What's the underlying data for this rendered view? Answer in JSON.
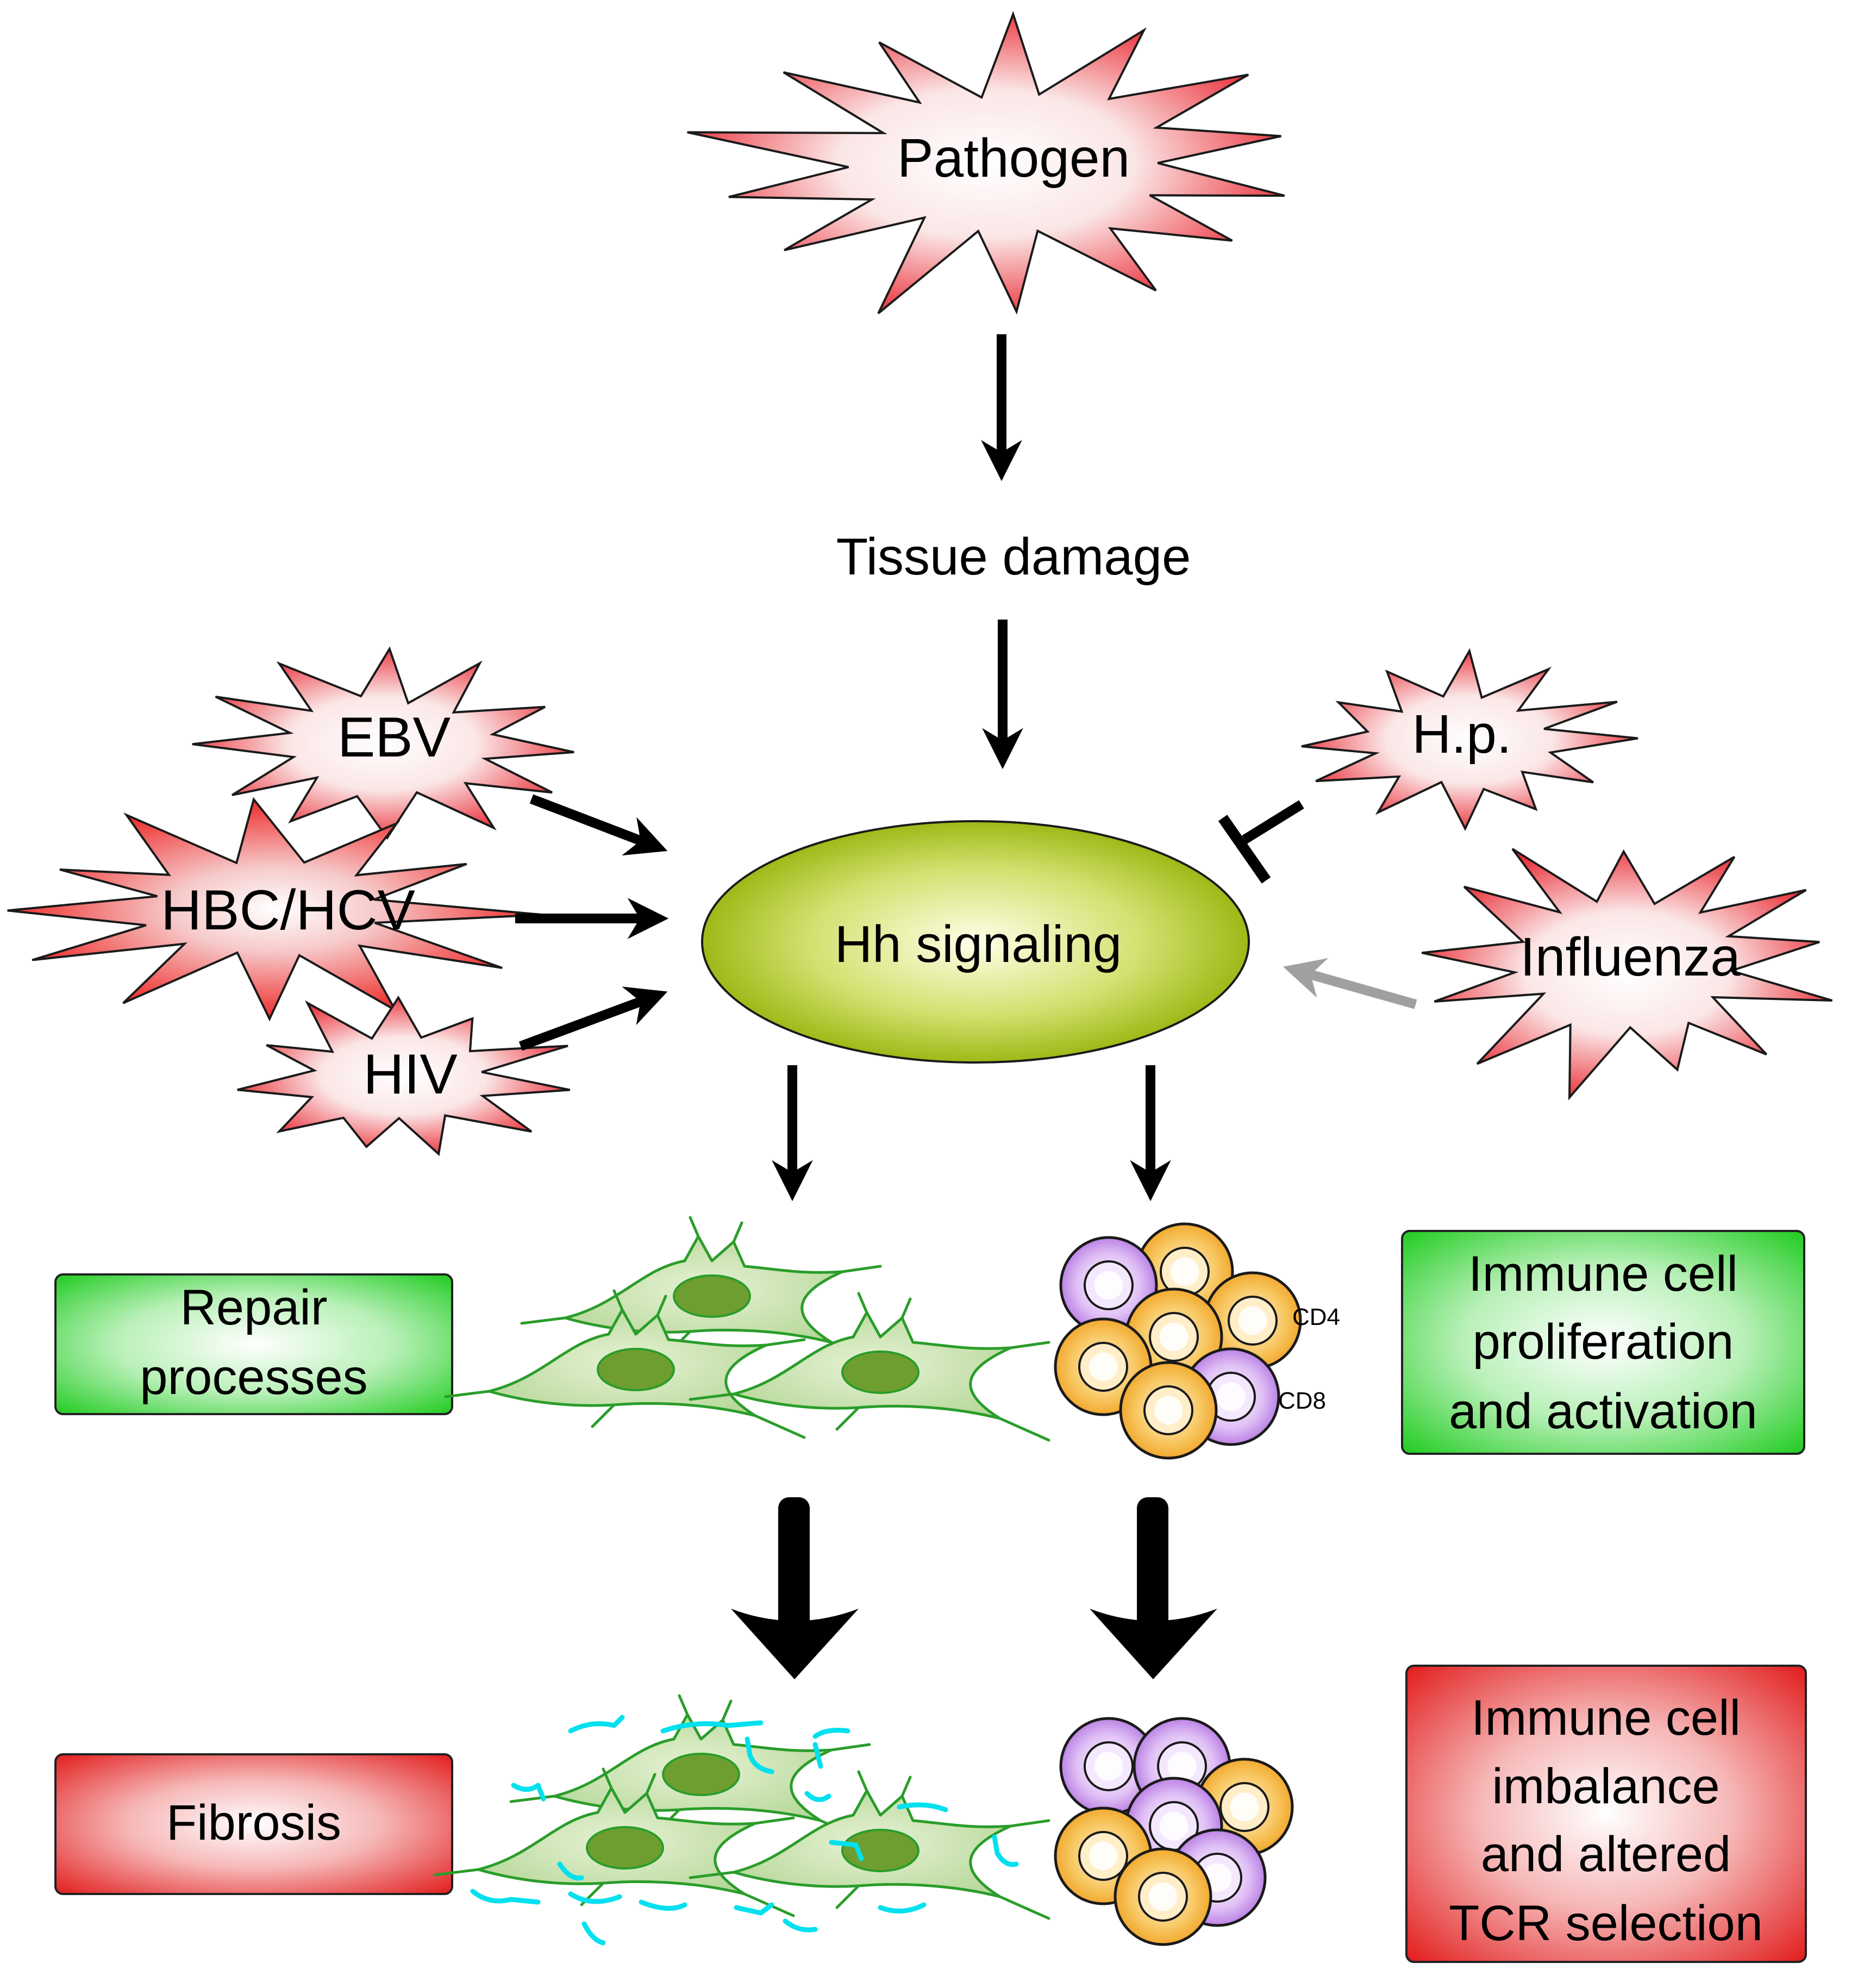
{
  "pathogen": {
    "label": "Pathogen"
  },
  "tissue_damage": {
    "label": "Tissue damage"
  },
  "hh_signaling": {
    "label": "Hh signaling"
  },
  "inputs": {
    "ebv": "EBV",
    "hbc_hcv": "HBC/HCV",
    "hiv": "HIV",
    "hp": "H.p.",
    "influenza": "Influenza"
  },
  "cell_labels": {
    "cd4": "CD4",
    "cd8": "CD8"
  },
  "boxes": {
    "repair": {
      "line1": "Repair",
      "line2": "processes"
    },
    "immune": {
      "line1": "Immune cell",
      "line2": "proliferation",
      "line3": "and activation"
    },
    "fibrosis": {
      "line1": "Fibrosis"
    },
    "imbalance": {
      "line1": "Immune cell",
      "line2": "imbalance",
      "line3": "and altered",
      "line4": "TCR selection"
    }
  },
  "colors": {
    "starburst_light": "#ffffff",
    "starburst_dark": "#e8202a",
    "ellipse_light": "#ffffe0",
    "ellipse_dark": "#8fb000",
    "box_green": "#20d020",
    "box_red": "#e02020",
    "cell_green": "#2a9d2a",
    "cell_fill": "#c9e3a8",
    "nucleus": "#6e9e30",
    "fibre": "#00e0ee",
    "cd4_orange": "#f5b030",
    "cd8_purple": "#c080e8",
    "arrow_grey": "#a0a0a0"
  }
}
